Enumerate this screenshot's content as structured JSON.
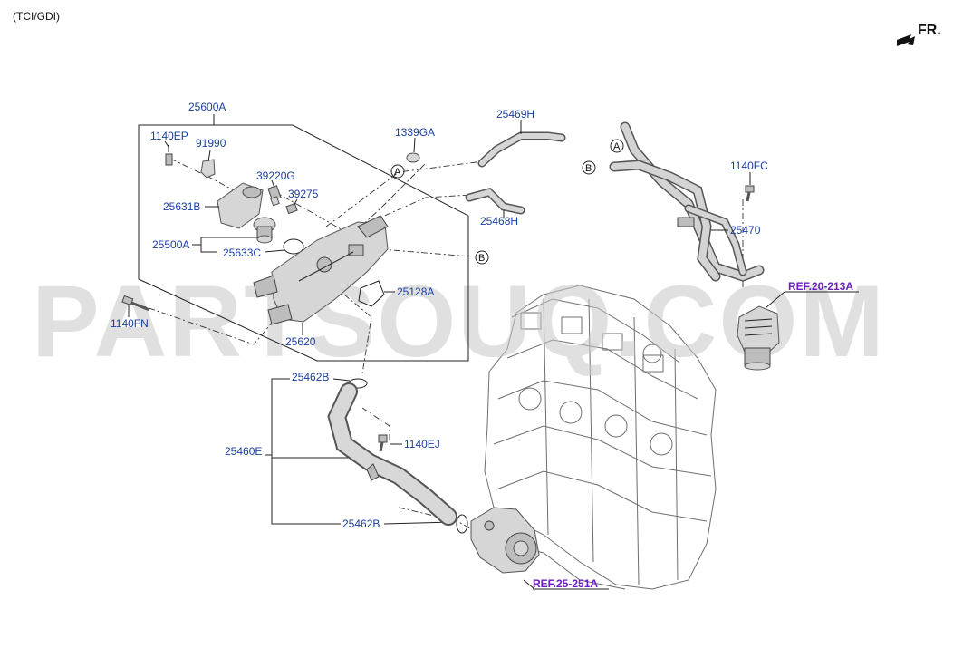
{
  "header": {
    "variant_label": "(TCI/GDI)",
    "direction_label": "FR."
  },
  "watermark": {
    "text": "PARTSOUQ.COM"
  },
  "callouts": {
    "a": "A",
    "b": "B"
  },
  "part_labels": {
    "p25600A": "25600A",
    "p1140EP": "1140EP",
    "p91990": "91990",
    "p39220G": "39220G",
    "p39275": "39275",
    "p25631B": "25631B",
    "p25500A": "25500A",
    "p25633C": "25633C",
    "p1339GA": "1339GA",
    "p25469H": "25469H",
    "p25468H": "25468H",
    "p25128A": "25128A",
    "p1140FN": "1140FN",
    "p25620": "25620",
    "p25462B_top": "25462B",
    "p1140EJ": "1140EJ",
    "p25460E": "25460E",
    "p25462B_bottom": "25462B",
    "p1140FC": "1140FC",
    "p25470": "25470"
  },
  "references": {
    "oil_cooler": "REF.20-213A",
    "water_pump": "REF.25-251A"
  },
  "colors": {
    "label": "#1a3fa0",
    "reference": "#6a1fc0",
    "watermark": "#c8c8c8"
  }
}
